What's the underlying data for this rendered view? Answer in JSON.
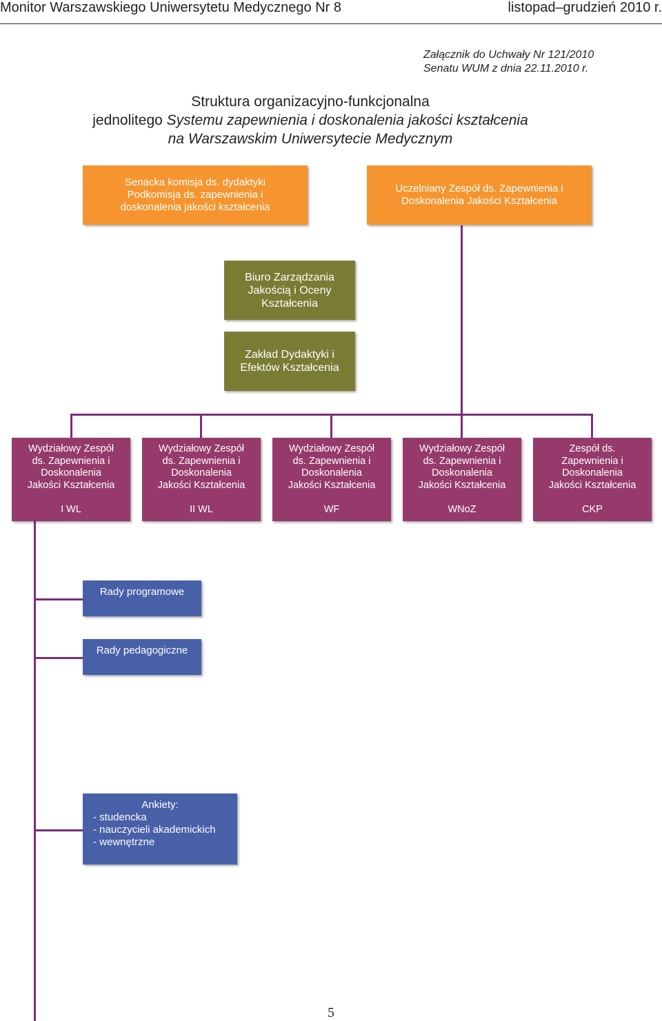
{
  "header": {
    "publication": "Monitor Warszawskiego Uniwersytetu Medycznego Nr 8",
    "issue_date": "listopad–grudzień 2010 r."
  },
  "annex": {
    "line1": "Załącznik do Uchwały Nr 121/2010",
    "line2": "Senatu WUM  z dnia 22.11.2010  r."
  },
  "title": {
    "line1": "Struktura organizacyjno-funkcjonalna",
    "line2_prefix": "jednolitego ",
    "line2_italic": "Systemu zapewnienia i doskonalenia jakości kształcenia",
    "line3": "na Warszawskim Uniwersytecie Medycznym"
  },
  "top_boxes": {
    "senate": {
      "line1": "Senacka komisja ds. dydaktyki",
      "line2": "Podkomisja ds. zapewnienia i",
      "line3": "doskonalenia jakości kształcenia"
    },
    "university_team": {
      "line1": "Uczelniany Zespół ds. Zapewnienia i",
      "line2": "Doskonalenia Jakości Kształcenia"
    }
  },
  "olive_boxes": {
    "office": {
      "line1": "Biuro Zarządzania",
      "line2": "Jakością i Oceny",
      "line3": "Kształcenia"
    },
    "department": {
      "line1": "Zakład Dydaktyki i",
      "line2": "Efektów Kształcenia"
    }
  },
  "faculty_teams": [
    {
      "lines": [
        "Wydziałowy Zespół",
        "ds. Zapewnienia i",
        "Doskonalenia",
        "Jakości Kształcenia"
      ],
      "code": "I WL"
    },
    {
      "lines": [
        "Wydziałowy Zespół",
        "ds. Zapewnienia i",
        "Doskonalenia",
        "Jakości Kształcenia"
      ],
      "code": "II WL"
    },
    {
      "lines": [
        "Wydziałowy Zespół",
        "ds. Zapewnienia i",
        "Doskonalenia",
        "Jakości Kształcenia"
      ],
      "code": "WF"
    },
    {
      "lines": [
        "Wydziałowy Zespół",
        "ds. Zapewnienia i",
        "Doskonalenia",
        "Jakości Kształcenia"
      ],
      "code": "WNoZ"
    },
    {
      "lines": [
        "Zespół ds.",
        "Zapewnienia i",
        "Doskonalenia",
        "Jakości Kształcenia"
      ],
      "code": "CKP"
    }
  ],
  "blue_boxes": {
    "programme_councils": "Rady programowe",
    "pedagogical_councils": "Rady pedagogiczne",
    "surveys": {
      "title": "Ankiety:",
      "items": [
        "- studencka",
        "- nauczycieli akademickich",
        "- wewnętrzne"
      ]
    }
  },
  "page_number": "5",
  "colors": {
    "orange": "#f6952f",
    "olive": "#7a7c34",
    "purple": "#953a6a",
    "blue": "#4760a8",
    "connector": "#7b2d7c"
  }
}
